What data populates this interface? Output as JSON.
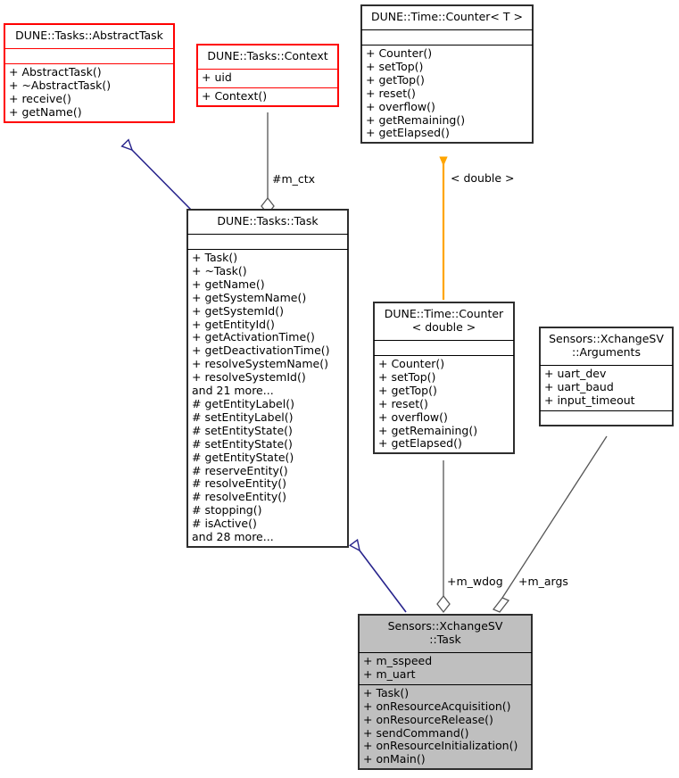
{
  "diagram": {
    "type": "uml-class-diagram",
    "title": "Sensors::XchangeSV::Task collaboration diagram",
    "background": "#ffffff",
    "colors": {
      "highlight_border": "#ff0000",
      "default_border": "#000000",
      "focus_fill": "#bfbfbf",
      "inheritance_edge": "#27238c",
      "association_edge": "#555555",
      "template_edge": "#ffa500"
    }
  },
  "nodes": {
    "abstract_task": {
      "name": "DUNE::Tasks::AbstractTask",
      "attributes": [],
      "operations": [
        "+ AbstractTask()",
        "+ ~AbstractTask()",
        "+ receive()",
        "+ getName()"
      ]
    },
    "context": {
      "name": "DUNE::Tasks::Context",
      "attributes": [
        "+ uid"
      ],
      "operations": [
        "+ Context()"
      ]
    },
    "counter_t": {
      "name": "DUNE::Time::Counter< T >",
      "attributes": [],
      "operations": [
        "+ Counter()",
        "+ setTop()",
        "+ getTop()",
        "+ reset()",
        "+ overflow()",
        "+ getRemaining()",
        "+ getElapsed()"
      ]
    },
    "tasks_task": {
      "name": "DUNE::Tasks::Task",
      "attributes": [],
      "operations": [
        "+ Task()",
        "+ ~Task()",
        "+ getName()",
        "+ getSystemName()",
        "+ getSystemId()",
        "+ getEntityId()",
        "+ getActivationTime()",
        "+ getDeactivationTime()",
        "+ resolveSystemName()",
        "+ resolveSystemId()",
        "and 21 more...",
        "# getEntityLabel()",
        "# setEntityLabel()",
        "# setEntityState()",
        "# setEntityState()",
        "# getEntityState()",
        "# reserveEntity()",
        "# resolveEntity()",
        "# resolveEntity()",
        "# stopping()",
        "# isActive()",
        "and 28 more..."
      ]
    },
    "counter_double": {
      "name": "DUNE::Time::Counter\n< double >",
      "attributes": [],
      "operations": [
        "+ Counter()",
        "+ setTop()",
        "+ getTop()",
        "+ reset()",
        "+ overflow()",
        "+ getRemaining()",
        "+ getElapsed()"
      ]
    },
    "arguments": {
      "name": "Sensors::XchangeSV\n::Arguments",
      "attributes": [
        "+ uart_dev",
        "+ uart_baud",
        "+ input_timeout"
      ],
      "operations": []
    },
    "xchangesv_task": {
      "name": "Sensors::XchangeSV\n::Task",
      "attributes": [
        "+ m_sspeed",
        "+ m_uart"
      ],
      "operations": [
        "+ Task()",
        "+ onResourceAcquisition()",
        "+ onResourceRelease()",
        "+ sendCommand()",
        "+ onResourceInitialization()",
        "+ onMain()"
      ]
    }
  },
  "edges": {
    "task_inherits_abstracttask": {
      "label": "",
      "from": "tasks_task",
      "to": "abstract_task",
      "kind": "inheritance"
    },
    "task_has_context": {
      "label": "#m_ctx",
      "from": "context",
      "to": "tasks_task",
      "kind": "aggregation"
    },
    "counter_double_binding": {
      "label": "< double >",
      "from": "counter_double",
      "to": "counter_t",
      "kind": "template-binding"
    },
    "xchangesv_inherits_task": {
      "label": "",
      "from": "xchangesv_task",
      "to": "tasks_task",
      "kind": "inheritance"
    },
    "xchangesv_has_wdog": {
      "label": "+m_wdog",
      "from": "counter_double",
      "to": "xchangesv_task",
      "kind": "aggregation"
    },
    "xchangesv_has_args": {
      "label": "+m_args",
      "from": "arguments",
      "to": "xchangesv_task",
      "kind": "composition"
    }
  }
}
